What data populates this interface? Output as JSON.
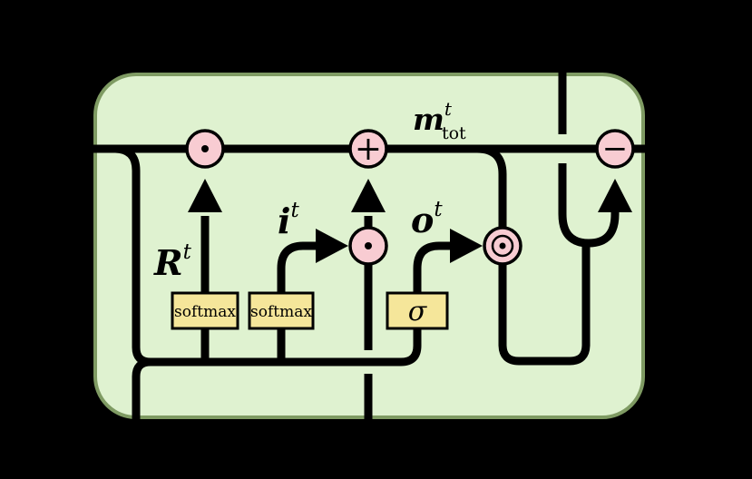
{
  "colors": {
    "background": "#000000",
    "cell_fill": "#dff2d0",
    "cell_border": "#7f9b63",
    "wire": "#000000",
    "node_fill": "#f8ccd2",
    "node_stroke": "#000000",
    "gate_fill": "#f5e69a",
    "gate_stroke": "#000000",
    "text": "#000000"
  },
  "labels": {
    "memory_base": "m",
    "memory_sup": "t",
    "memory_sub": "tot",
    "r_base": "R",
    "r_sup": "t",
    "i_base": "i",
    "i_sup": "t",
    "o_base": "o",
    "o_sup": "t",
    "softmax_left": "softmax",
    "softmax_right": "softmax",
    "sigma": "σ"
  },
  "operators": {
    "plus": "+",
    "minus": "−"
  },
  "nodes": [
    {
      "name": "product-node-left",
      "symbol": "·"
    },
    {
      "name": "sum-node",
      "symbol": "+"
    },
    {
      "name": "difference-node",
      "symbol": "−"
    },
    {
      "name": "product-node-middle",
      "symbol": "·"
    },
    {
      "name": "hadamard-node",
      "symbol": "⊙"
    }
  ]
}
